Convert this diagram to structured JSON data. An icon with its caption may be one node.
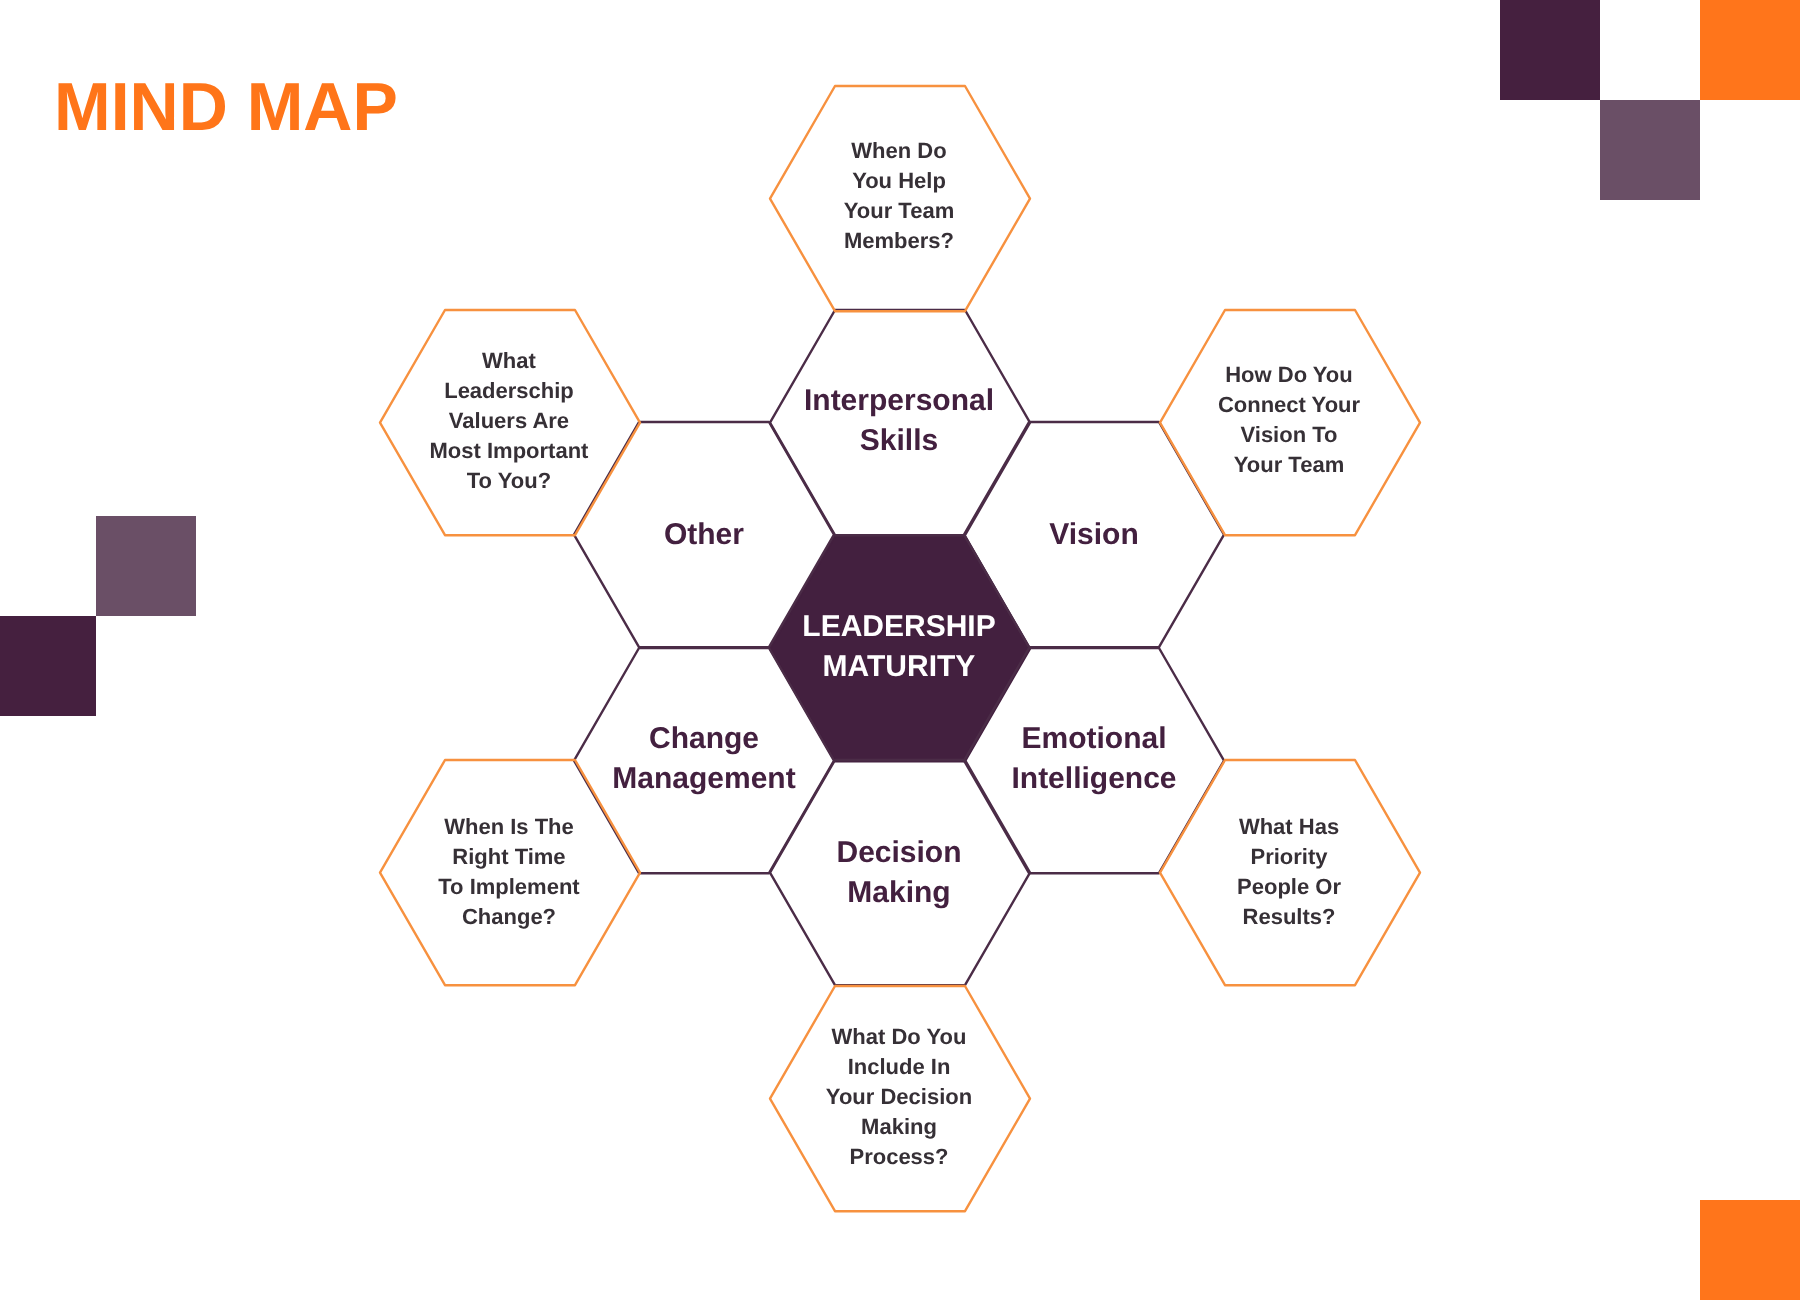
{
  "diagram": {
    "title": "MIND MAP",
    "nodes": [
      {
        "text": [
          "When Do You Help Your Team Members?"
        ]
      },
      {
        "text": [
          "What Leaderschip Valuers Are Most Important To You?"
        ]
      },
      {
        "text": [
          "Interpersonal Skills"
        ]
      },
      {
        "text": [
          "How Do You Connect Your Vision To Your Team"
        ]
      },
      {
        "text": [
          "Other"
        ]
      },
      {
        "text": [
          "Vision"
        ]
      },
      {
        "text": [
          "LEADERSHIP MATURITY"
        ]
      },
      {
        "text": [
          "Change Management"
        ]
      },
      {
        "text": [
          "Emotional Intelligence"
        ]
      },
      {
        "text": [
          "When Is The Right Time To Implement Change?"
        ]
      },
      {
        "text": [
          "Decision Making"
        ]
      },
      {
        "text": [
          "What Has Priority People Or Results?"
        ]
      },
      {
        "text": [
          "What Do You Include In Your Decision Making Process?"
        ]
      }
    ]
  }
}
